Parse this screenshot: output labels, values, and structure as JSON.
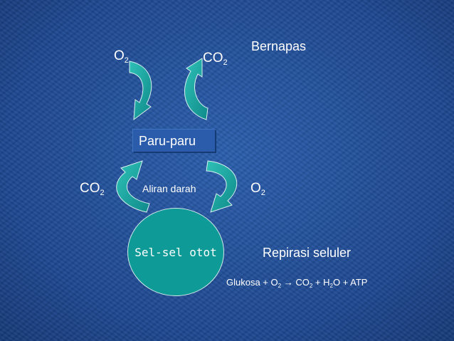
{
  "labels": {
    "o2_top": "O",
    "co2_top": "CO",
    "co2_left": "CO",
    "o2_right": "O",
    "subscript": "2"
  },
  "lungs": "Paru-paru",
  "blood_flow": "Aliran darah",
  "muscle_cells": "Sel-sel otot",
  "breathing": "Bernapas",
  "cellular_respiration": "Repirasi seluler",
  "equation": {
    "glucose": "Glukosa + O",
    "sub1": "2",
    "arrow": "→",
    "co2": " CO",
    "sub2": "2",
    "water": " + H",
    "sub3": "2",
    "rest": "O + ATP"
  },
  "colors": {
    "background": "#23509a",
    "arrow_fill": "#1aa5a0",
    "cell_fill": "#0e9a97"
  }
}
